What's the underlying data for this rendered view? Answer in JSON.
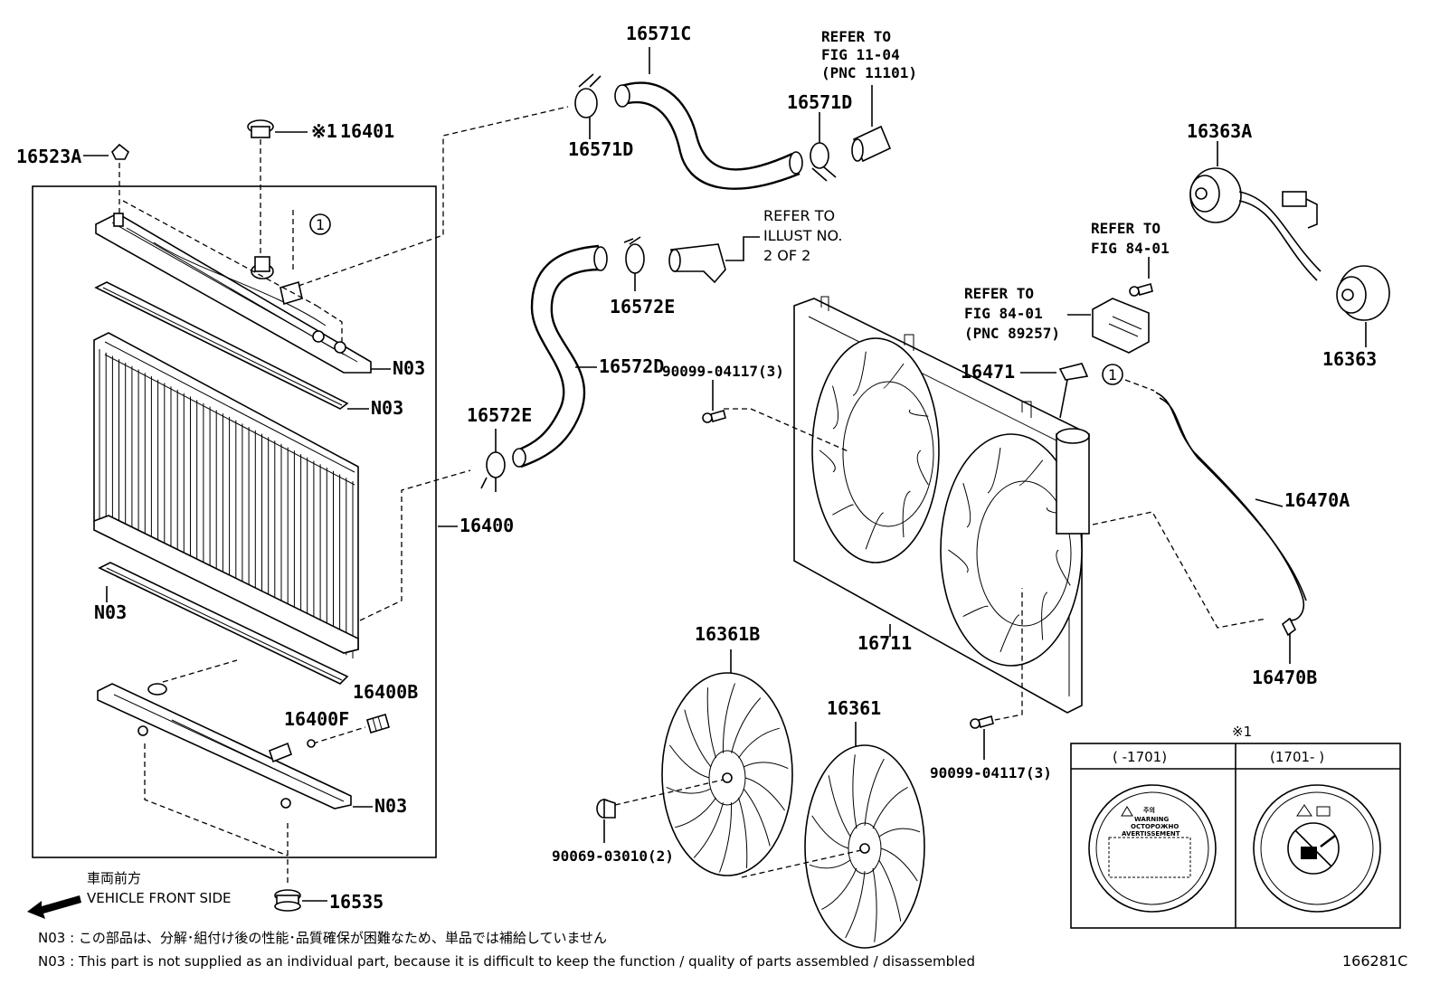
{
  "labels": {
    "p16571C": "16571C",
    "p16571D_left": "16571D",
    "p16571D_right": "16571D",
    "p16401": "16401",
    "p16401_mark": "※1",
    "p16523A": "16523A",
    "circle_ref_left": "1",
    "circle_ref_right": "1",
    "p16572E_upper": "16572E",
    "p16572E_lower": "16572E",
    "p16572D": "16572D",
    "p16400": "16400",
    "p16400B": "16400B",
    "p16400F": "16400F",
    "p16535": "16535",
    "n03_1": "N03",
    "n03_2": "N03",
    "n03_3": "N03",
    "n03_4": "N03",
    "p16363A": "16363A",
    "p16363": "16363",
    "p16471": "16471",
    "p16470A": "16470A",
    "p16470B": "16470B",
    "p16711": "16711",
    "p16361B": "16361B",
    "p16361": "16361",
    "bolt_upper": "90099-04117(3)",
    "bolt_lower": "90099-04117(3)",
    "nut": "90069-03010(2)",
    "code": "166281C"
  },
  "refs": {
    "fig1104": {
      "line1": "REFER TO",
      "line2": "FIG 11-04",
      "line3": "(PNC 11101)"
    },
    "illust": {
      "line1": "REFER TO",
      "line2": "ILLUST NO.",
      "line3": "2 OF 2"
    },
    "fig8401_top": {
      "line1": "REFER TO",
      "line2": "FIG 84-01"
    },
    "fig8401_pnc": {
      "line1": "REFER TO",
      "line2": "FIG 84-01",
      "line3": "(PNC 89257)"
    }
  },
  "front": {
    "jp": "車両前方",
    "en": "VEHICLE FRONT SIDE"
  },
  "legend_box": {
    "mark": "※1",
    "col_left": "(      -1701)",
    "col_right": "(1701-      )",
    "cap_left_lines": [
      "주의",
      "WARNING",
      "OCTOPOЖHO",
      "AVERTISSEMENT"
    ]
  },
  "notes": {
    "jp": "N03 : この部品は、分解･組付け後の性能･品質確保が困難なため、単品では補給していません",
    "en": "N03 : This part is not supplied as an individual part, because it is difficult to keep the function / quality of parts assembled / disassembled"
  }
}
